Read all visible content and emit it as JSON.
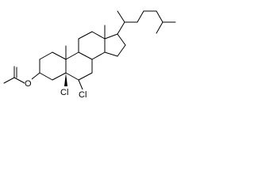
{
  "structure": {
    "atom_labels": {
      "ester_oxygen": "O",
      "chloro_5": "Cl",
      "chloro_6": "Cl"
    },
    "colors": {
      "bond": "#000000",
      "label": "#000000",
      "background": "#ffffff"
    }
  }
}
